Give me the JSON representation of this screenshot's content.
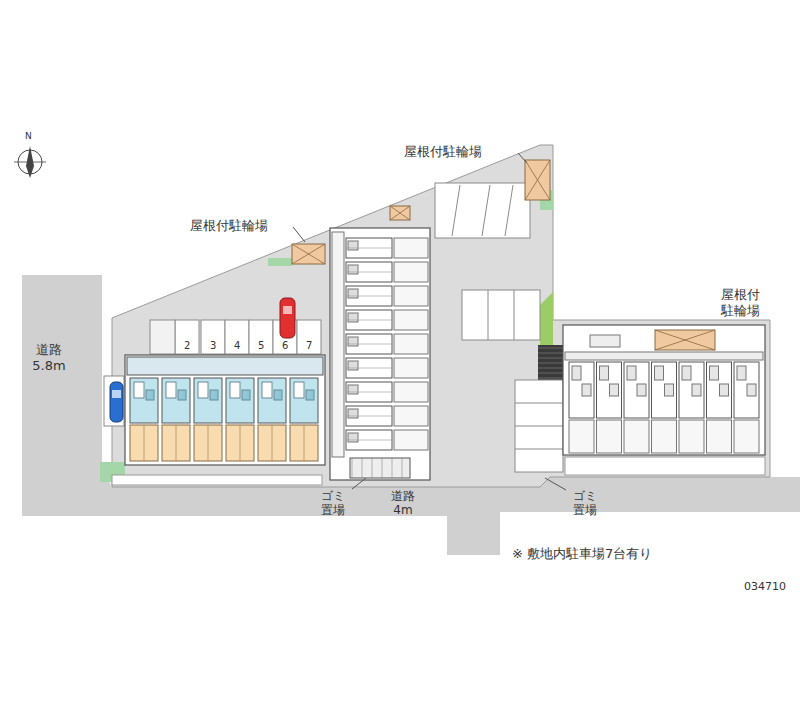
{
  "diagram": {
    "labels": [
      "N",
      "屋根付駐輪場",
      "屋根付駐輪場",
      "屋根付 駐輪場",
      "道路 5.8m",
      "2",
      "3",
      "4",
      "5",
      "6",
      "7",
      "ゴミ 置場",
      "道路 4m",
      "ゴミ 置場",
      "※ 敷地内駐車場7台有り",
      "034710"
    ]
  }
}
